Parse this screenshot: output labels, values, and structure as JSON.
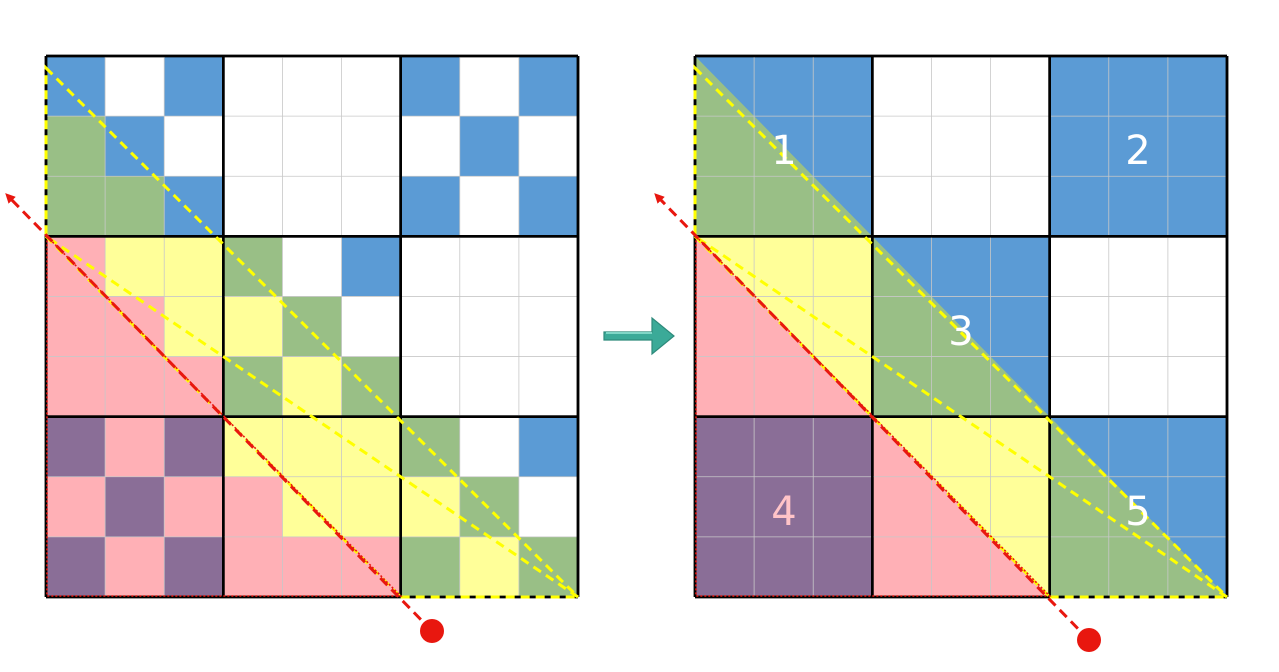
{
  "colors": {
    "blue": "#5B9BD5",
    "white": "#FFFFFF",
    "yellow": "#FFFF99",
    "green": "#99BF86",
    "pink": "#FFB0B6",
    "purple": "#8A6E97",
    "grid_thin": "#C8C8C8",
    "grid_thick": "#000000",
    "dash_yellow": "#FFFF00",
    "dash_red": "#E8170F",
    "arrow_teal": "#3BAA98",
    "label_light": "#FFFFFF",
    "label_pink": "#FFC4C8"
  },
  "left_diagram": {
    "n_cells": 9,
    "block_size": 3,
    "description_cells": [
      "B",
      "W",
      "B",
      "W",
      "W",
      "W",
      "B",
      "W",
      "B",
      "G",
      "B",
      "W",
      "W",
      "W",
      "W",
      "W",
      "B",
      "W",
      "G",
      "G",
      "B",
      "W",
      "W",
      "W",
      "B",
      "W",
      "B",
      "P",
      "Y",
      "Y",
      "G",
      "W",
      "B",
      "W",
      "W",
      "W",
      "P",
      "P",
      "Y",
      "Y",
      "G",
      "W",
      "W",
      "W",
      "W",
      "P",
      "P",
      "P",
      "G",
      "Y",
      "G",
      "W",
      "W",
      "W",
      "U",
      "P",
      "U",
      "Y",
      "Y",
      "Y",
      "G",
      "W",
      "B",
      "P",
      "U",
      "P",
      "P",
      "Y",
      "Y",
      "Y",
      "G",
      "W",
      "U",
      "P",
      "U",
      "P",
      "P",
      "P",
      "G",
      "Y",
      "G"
    ]
  },
  "right_diagram": {
    "blocks": [
      [
        "B",
        "W",
        "B"
      ],
      [
        "Y",
        "G",
        "W"
      ],
      [
        "U",
        "P",
        "G"
      ]
    ],
    "labels": [
      "1",
      "2",
      "3",
      "4",
      "5"
    ]
  },
  "arrow": {
    "icon": "right-arrow-icon"
  }
}
